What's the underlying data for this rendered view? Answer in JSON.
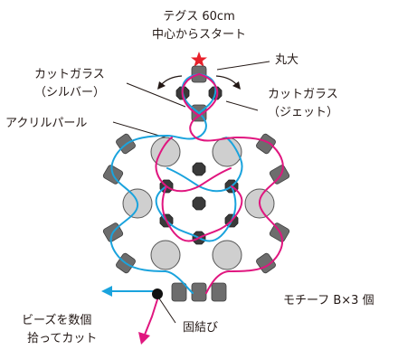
{
  "labels": {
    "thread": "テグス 60cm",
    "start": "中心からスタート",
    "big_round": "丸大",
    "cut_glass_silver": "カットガラス",
    "cut_glass_silver_sub": "（シルバー）",
    "cut_glass_jet": "カットガラス",
    "cut_glass_jet_sub": "（ジェット）",
    "acrylic_pearl": "アクリルパール",
    "pick_beads_1": "ビーズを数個",
    "pick_beads_2": "拾ってカット",
    "knot": "固結び",
    "motif": "モチーフ B×3 個"
  },
  "colors": {
    "blue_thread": "#1aa3dd",
    "pink_thread": "#e0167f",
    "pearl": "#cfcfcf",
    "silver": "#6d6d6d",
    "jet": "#3a3a3a",
    "star": "#e8202a",
    "knot": "#111111"
  }
}
